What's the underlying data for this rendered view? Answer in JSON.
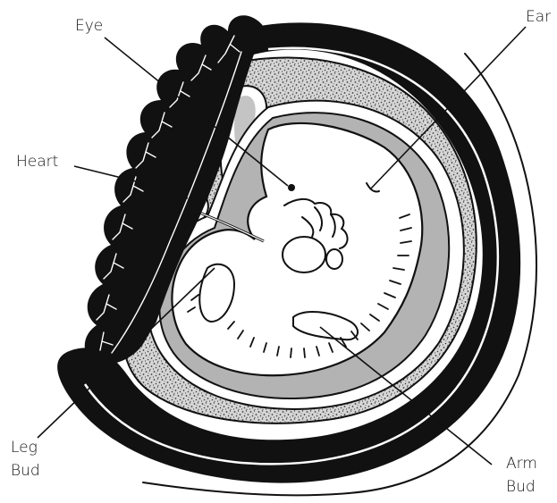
{
  "labels": {
    "eye": "Eye",
    "ear": "Ear",
    "heart": "Heart",
    "leg_bud_line1": "Leg",
    "leg_bud_line2": "Bud",
    "arm_bud_line1": "Arm",
    "arm_bud_line2": "Bud"
  },
  "colors": {
    "ink": "#111111",
    "amniotic_fluid": "#b3b3b3",
    "embryo": "#ffffff",
    "speckle_base": "#cfcfcf",
    "speckle_dot": "#3a3a3a"
  }
}
